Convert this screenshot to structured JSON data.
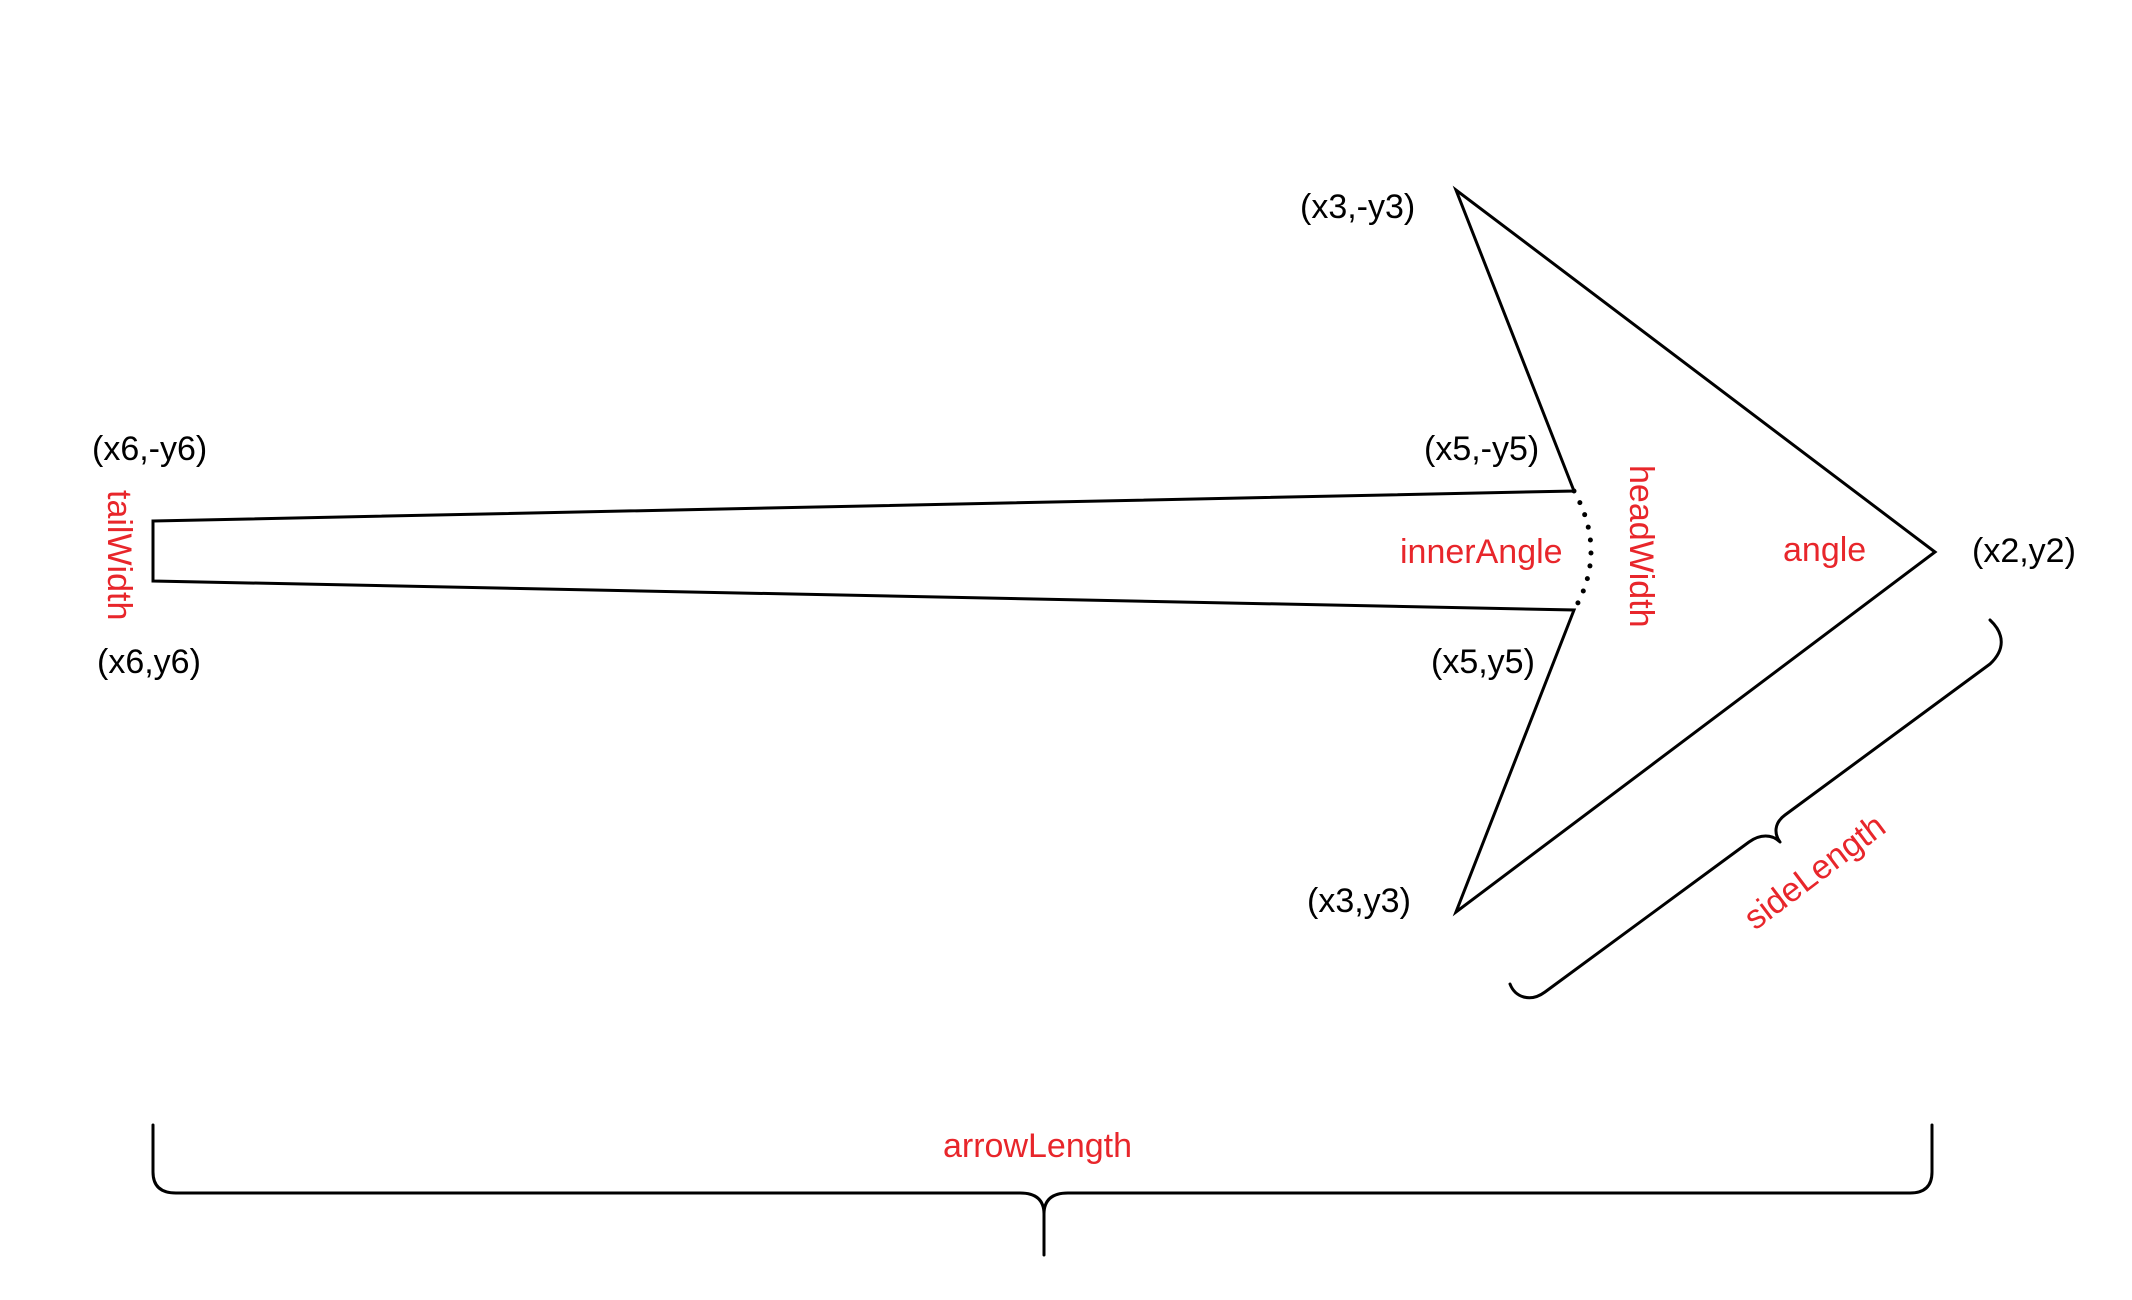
{
  "colors": {
    "outline": "#000000",
    "coordinate_text": "#000000",
    "parameter_text": "#e8262b"
  },
  "points": {
    "x3_neg_y3": "(x3,-y3)",
    "x6_neg_y6": "(x6,-y6)",
    "x5_neg_y5": "(x5,-y5)",
    "x2_y2": "(x2,y2)",
    "x6_y6": "(x6,y6)",
    "x5_y5": "(x5,y5)",
    "x3_y3": "(x3,y3)"
  },
  "parameters": {
    "tail_width": "tailWidth",
    "inner_angle": "innerAngle",
    "head_width": "headWidth",
    "angle": "angle",
    "side_length": "sideLength",
    "arrow_length": "arrowLength"
  }
}
